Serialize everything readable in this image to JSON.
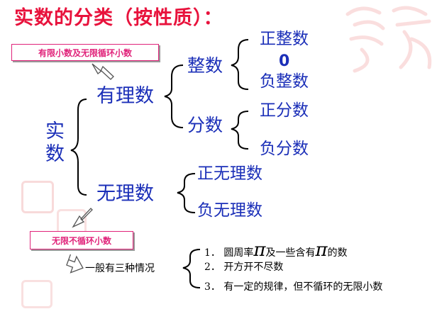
{
  "title": "实数的分类（按性质）：",
  "root": "实数",
  "rational": "有理数",
  "irrational": "无理数",
  "integers": "整数",
  "fractions": "分数",
  "pos_int": "正整数",
  "zero": "0",
  "neg_int": "负整数",
  "pos_frac": "正分数",
  "neg_frac": "负分数",
  "pos_irr": "正无理数",
  "neg_irr": "负无理数",
  "box_rational": "有限小数及无限循环小数",
  "box_irrational": "无限不循环小数",
  "cases_label": "一般有三种情况",
  "case1_prefix": "1．  圆周率",
  "case1_pi": "π",
  "case1_mid": "及一些含有",
  "case1_pi2": "π",
  "case1_suffix": "的数",
  "case2": "2．  开方开不尽数",
  "case3": "3．  有一定的规律，但不循环的无限小数"
}
